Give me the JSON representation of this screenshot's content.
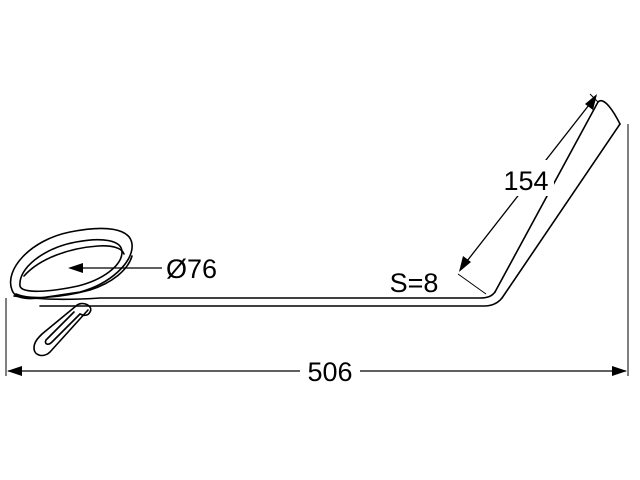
{
  "dimensions": {
    "diameter_label": "Ø76",
    "length_label": "506",
    "arm_length_label": "154",
    "thickness_label": "S=8"
  },
  "colors": {
    "line": "#000000",
    "background": "#ffffff"
  }
}
